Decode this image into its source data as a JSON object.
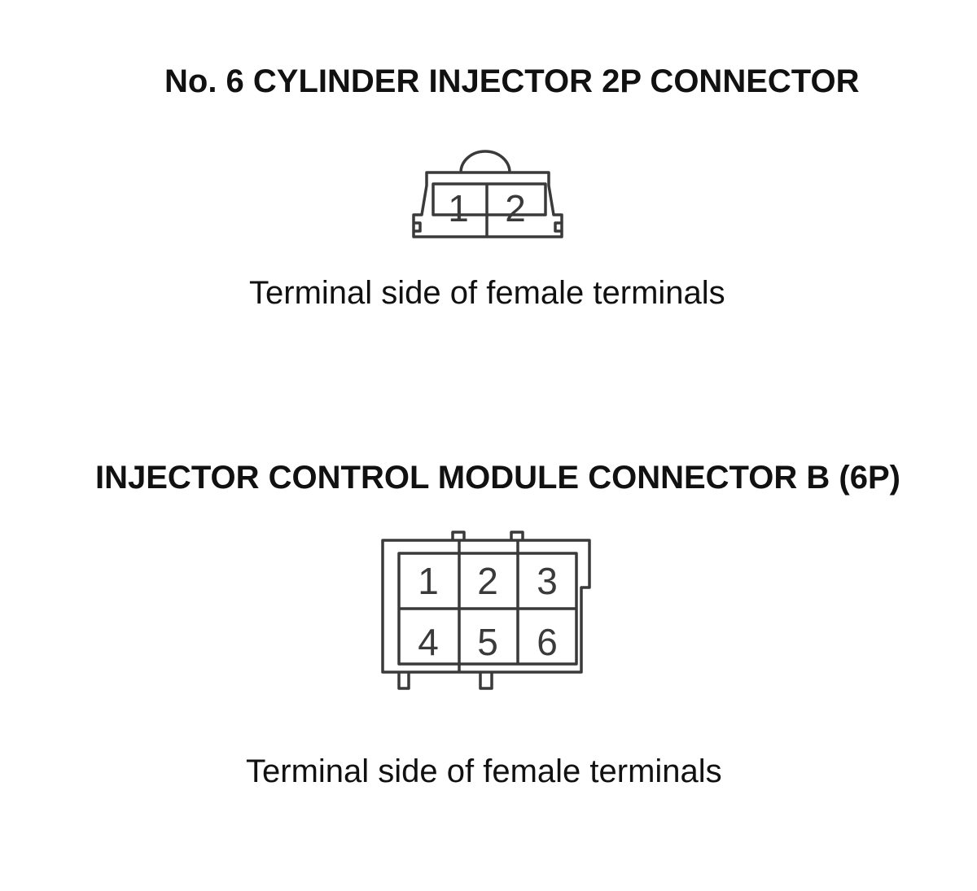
{
  "diagrams": [
    {
      "title": "No. 6 CYLINDER INJECTOR 2P CONNECTOR",
      "pins": [
        "1",
        "2"
      ],
      "caption": "Terminal side of female terminals"
    },
    {
      "title": "INJECTOR CONTROL MODULE CONNECTOR B (6P)",
      "pins": [
        "1",
        "2",
        "3",
        "4",
        "5",
        "6"
      ],
      "caption": "Terminal side of female terminals"
    }
  ],
  "colors": {
    "outline": "#3a3a3a",
    "text": "#111111",
    "background": "#ffffff"
  }
}
